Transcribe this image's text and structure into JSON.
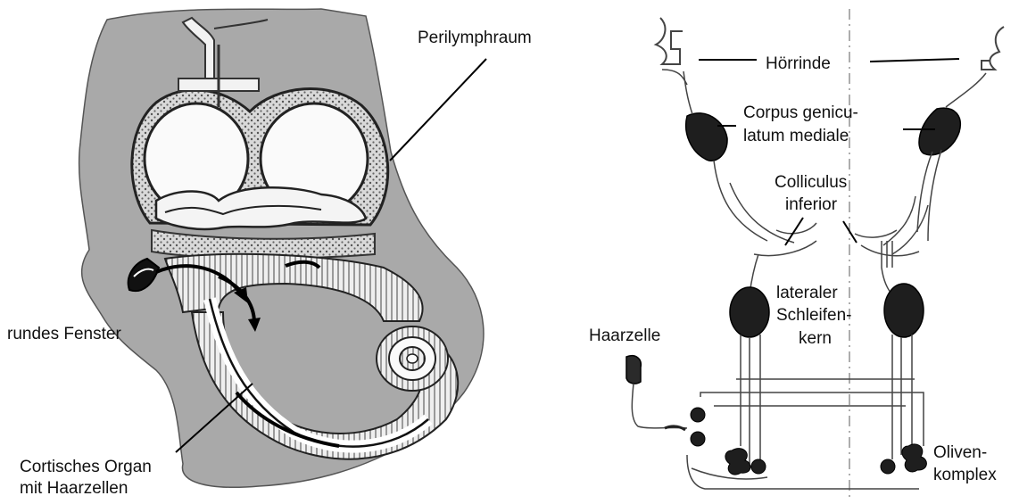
{
  "left_panel": {
    "labels": {
      "perilymphraum": "Perilymphraum",
      "rundes_fenster": "rundes Fenster",
      "cortisches_organ_line1": "Cortisches Organ",
      "cortisches_organ_line2": "mit Haarzellen"
    }
  },
  "right_panel": {
    "labels": {
      "hoerrinde": "Hörrinde",
      "corpus_line1": "Corpus genicu-",
      "corpus_line2": "latum mediale",
      "colliculus_line1": "Colliculus",
      "colliculus_line2": "inferior",
      "lateraler_line1": "lateraler",
      "lateraler_line2": "Schleifen-",
      "lateraler_line3": "kern",
      "haarzelle": "Haarzelle",
      "oliven_line1": "Oliven-",
      "oliven_line2": "komplex"
    }
  },
  "colors": {
    "tissue_fill": "#a9a9a9",
    "ink": "#111111",
    "nucleus_fill": "#1e1e1e",
    "background": "#ffffff"
  }
}
